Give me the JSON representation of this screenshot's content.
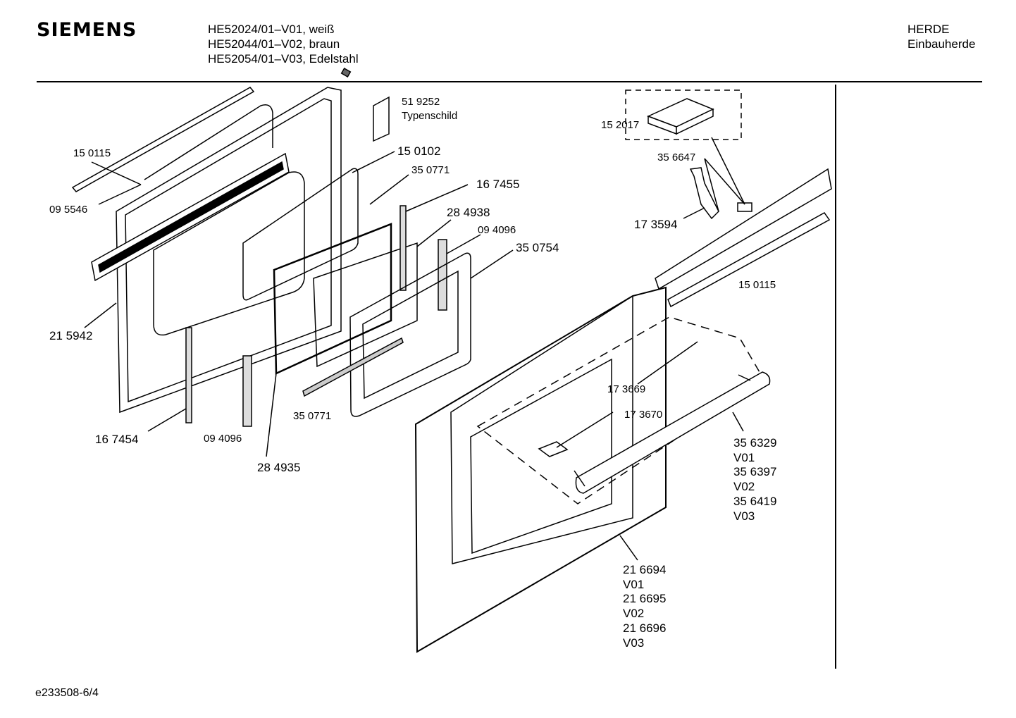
{
  "header": {
    "brand": "SIEMENS",
    "models": [
      "HE52024/01–V01, weiß",
      "HE52044/01–V02, braun",
      "HE52054/01–V03, Edelstahl"
    ],
    "category": [
      "HERDE",
      "Einbauherde"
    ]
  },
  "footer": {
    "doc_id": "e233508-6/4"
  },
  "parts": {
    "p150115a": "15 0115",
    "p095546": "09 5546",
    "p215942": "21 5942",
    "p167454": "16 7454",
    "p094096a": "09 4096",
    "p284935": "28 4935",
    "p350771a": "35 0771",
    "p519252": "51 9252",
    "typenschild": "Typenschild",
    "p150102": "15 0102",
    "p350771b": "35 0771",
    "p167455": "16 7455",
    "p284938": "28 4938",
    "p094096b": "09 4096",
    "p350754": "35 0754",
    "p152017": "15 2017",
    "p356647": "35 6647",
    "p173594": "17 3594",
    "p150115b": "15 0115",
    "p173669": "17 3669",
    "p173670": "17 3670",
    "handle": [
      "35 6329",
      "V01",
      "35 6397",
      "V02",
      "35 6419",
      "V03"
    ],
    "door": [
      "21 6694",
      "V01",
      "21 6695",
      "V02",
      "21 6696",
      "V03"
    ]
  }
}
